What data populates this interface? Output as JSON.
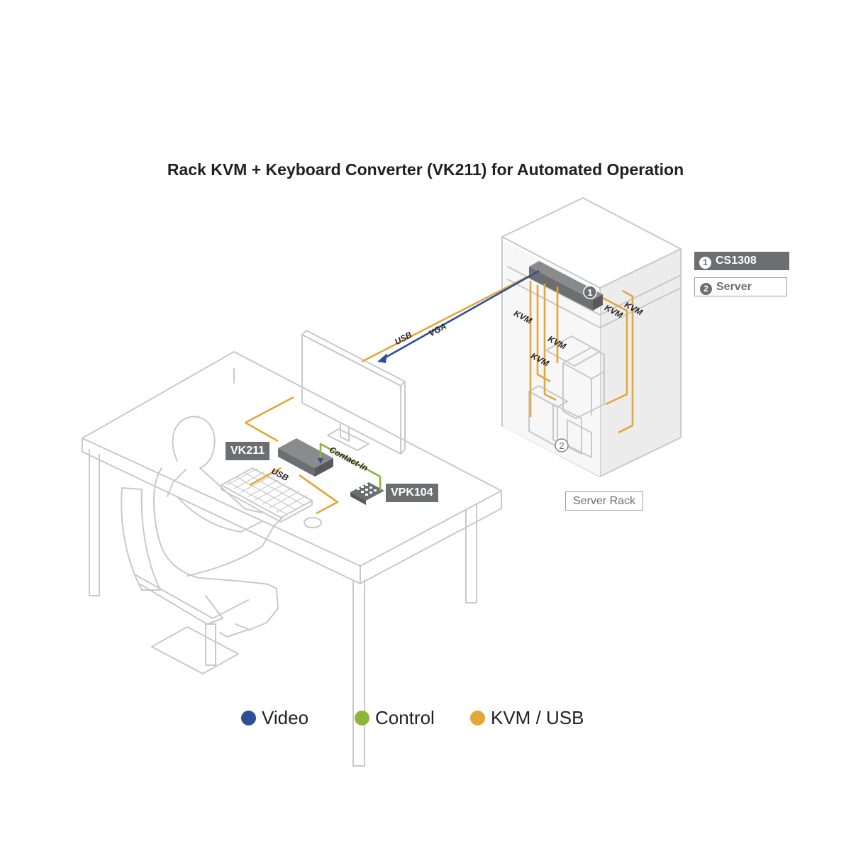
{
  "title": "Rack KVM + Keyboard Converter (VK211) for Automated Operation",
  "colors": {
    "video": "#2d4f95",
    "control": "#8db53c",
    "kvm_usb": "#e4a637",
    "line_gray": "#c8c9cb",
    "device_dark": "#6d6e70"
  },
  "devices": {
    "vk211": "VK211",
    "vpk104": "VPK104",
    "server_rack": "Server Rack"
  },
  "rack_legend": [
    {
      "num": "1",
      "label": "CS1308"
    },
    {
      "num": "2",
      "label": "Server"
    }
  ],
  "markers": {
    "one": "1",
    "two": "2"
  },
  "cable_labels": {
    "usb_top": "USB",
    "vga": "VGA",
    "contact_in": "Contact-In",
    "usb_desk": "USB",
    "kvm_1": "KVM",
    "kvm_2": "KVM",
    "kvm_3": "KVM",
    "kvm_4": "KVM",
    "kvm_5": "KVM"
  },
  "legend": [
    {
      "label": "Video",
      "color": "#2d4f95"
    },
    {
      "label": "Control",
      "color": "#8db53c"
    },
    {
      "label": "KVM / USB",
      "color": "#e4a637"
    }
  ]
}
